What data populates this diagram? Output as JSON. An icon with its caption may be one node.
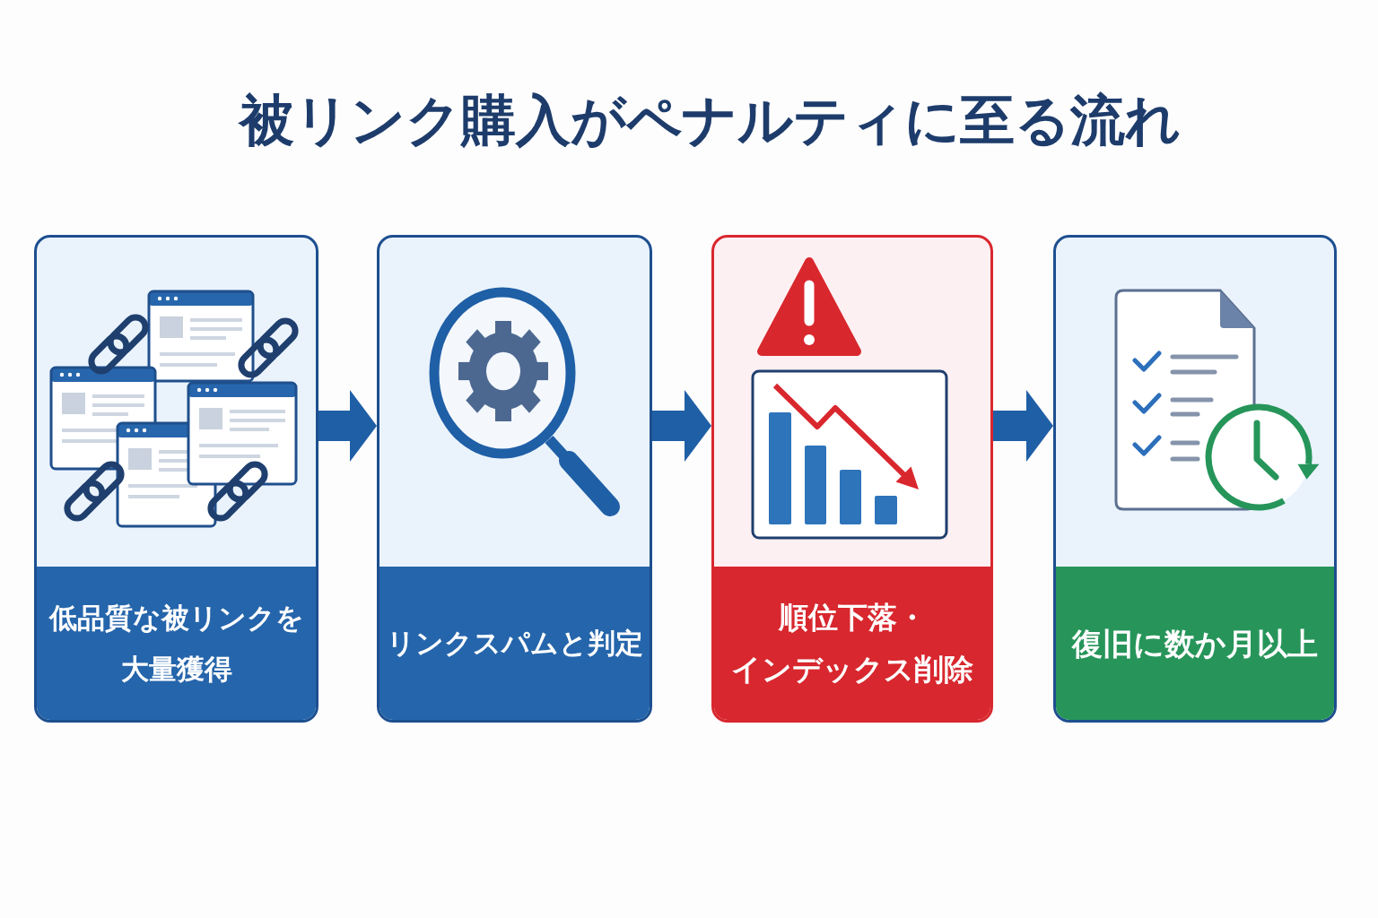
{
  "diagram": {
    "title": "被リンク購入がペナルティに至る流れ",
    "nodes": [
      {
        "text": [
          "低品質な被リンクを大量獲得"
        ]
      },
      {
        "text": [
          "リンクスパムと判定"
        ]
      },
      {
        "text": [
          "順位下落・インデックス削除"
        ]
      },
      {
        "text": [
          "復旧に数か月以上"
        ]
      }
    ],
    "edges": [
      {
        "from": 0,
        "to": 1,
        "arrow": "to"
      },
      {
        "from": 1,
        "to": 2,
        "arrow": "to"
      },
      {
        "from": 2,
        "to": 3,
        "arrow": "to"
      }
    ]
  }
}
